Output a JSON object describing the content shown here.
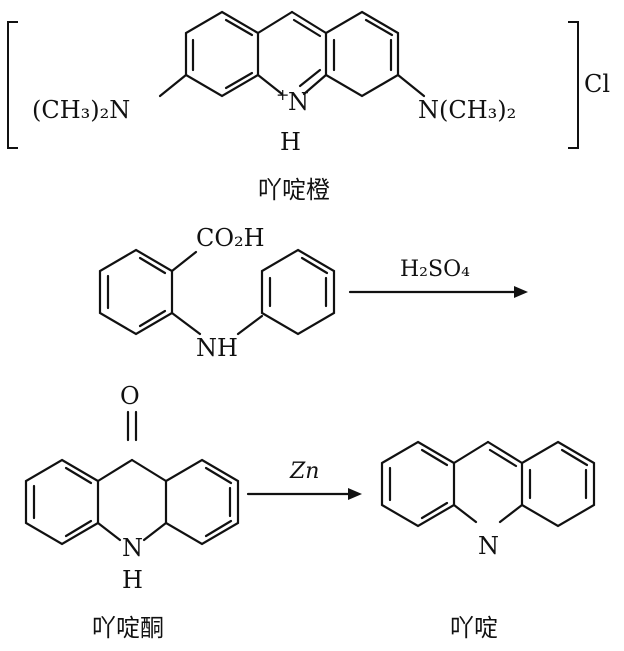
{
  "acridine_orange": {
    "left_group": "(CH₃)₂N",
    "right_group": "N(CH₃)₂",
    "ring_N": "N",
    "charge": "+",
    "ring_H": "H",
    "counter_ion": "Cl",
    "caption": "吖啶橙"
  },
  "reaction_1": {
    "carboxyl": "CO₂H",
    "amine": "NH",
    "reagent": "H₂SO₄"
  },
  "reaction_2": {
    "ketone_O": "O",
    "amine_N": "N",
    "amine_H": "H",
    "reagent": "Zn",
    "product_N": "N",
    "acridone_caption": "吖啶酮",
    "acridine_caption": "吖啶"
  }
}
